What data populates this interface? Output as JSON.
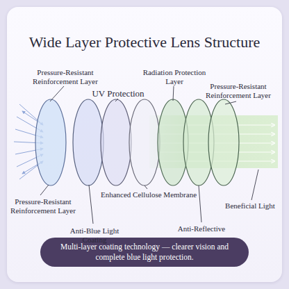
{
  "diagram": {
    "title": "Wide Layer Protective Lens Structure",
    "caption": "Multi-layer coating technology — clearer vision and complete blue light protection.",
    "labels": [
      "Pressure-Resistant Reinforcement Layer",
      "UV Protection",
      "Radiation Protection Layer",
      "Pressure-Resistant Reinforcement Layer",
      "Pressure-Resistant Reinforcement Layer",
      "Anti-Blue Light Coating",
      "Enhanced Cellulose Membrane",
      "Anti-Reflective",
      "Beneficial Light"
    ]
  }
}
